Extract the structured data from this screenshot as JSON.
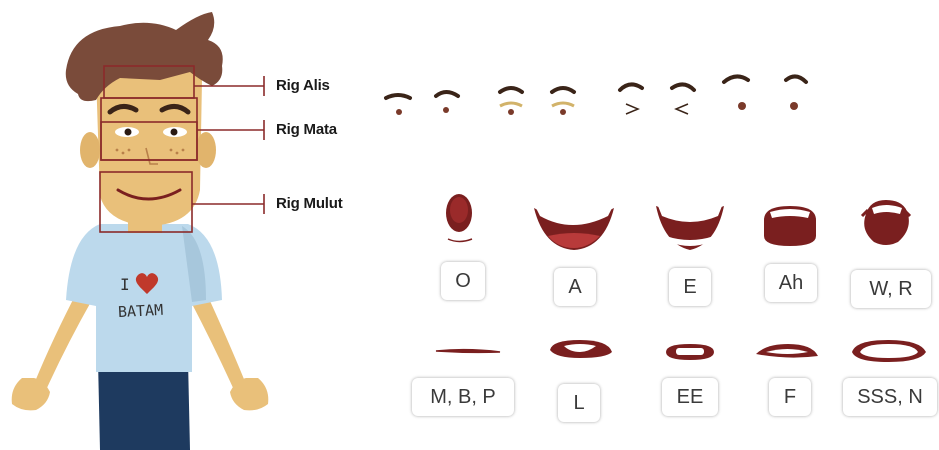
{
  "rig_labels": {
    "brow": "Rig Alis",
    "eye": "Rig Mata",
    "mouth": "Rig Mulut"
  },
  "shirt_text": {
    "line1": "I",
    "line2": "BATAM"
  },
  "phonemes": [
    "O",
    "A",
    "E",
    "Ah",
    "W, R",
    "M, B, P",
    "L",
    "EE",
    "F",
    "SSS, N"
  ],
  "colors": {
    "hair": "#7a4b3a",
    "skin": "#e9c07a",
    "shirt": "#bcd9ec",
    "pants": "#1e3a5f",
    "rig_box": "#8b2a2a",
    "mouth_dark": "#7a1f1f",
    "heart": "#c0392b"
  }
}
